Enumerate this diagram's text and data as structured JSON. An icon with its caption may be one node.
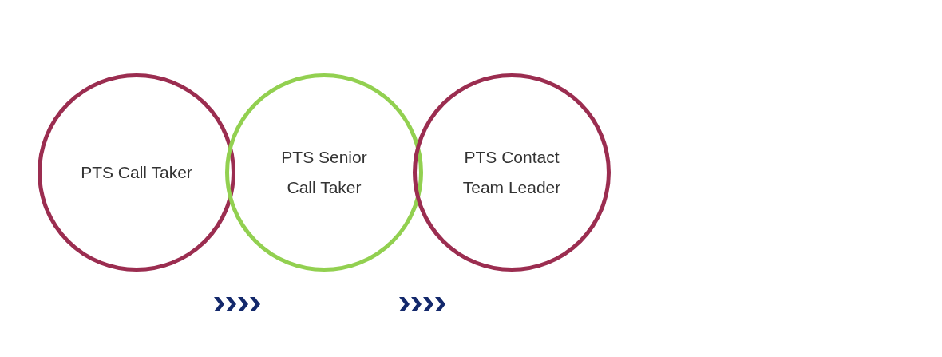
{
  "diagram": {
    "nodes": [
      {
        "text": [
          "PTS Call Taker"
        ]
      },
      {
        "text": [
          "PTS Senior Call Taker"
        ]
      },
      {
        "text": [
          "PTS Contact Team Leader"
        ]
      }
    ]
  }
}
